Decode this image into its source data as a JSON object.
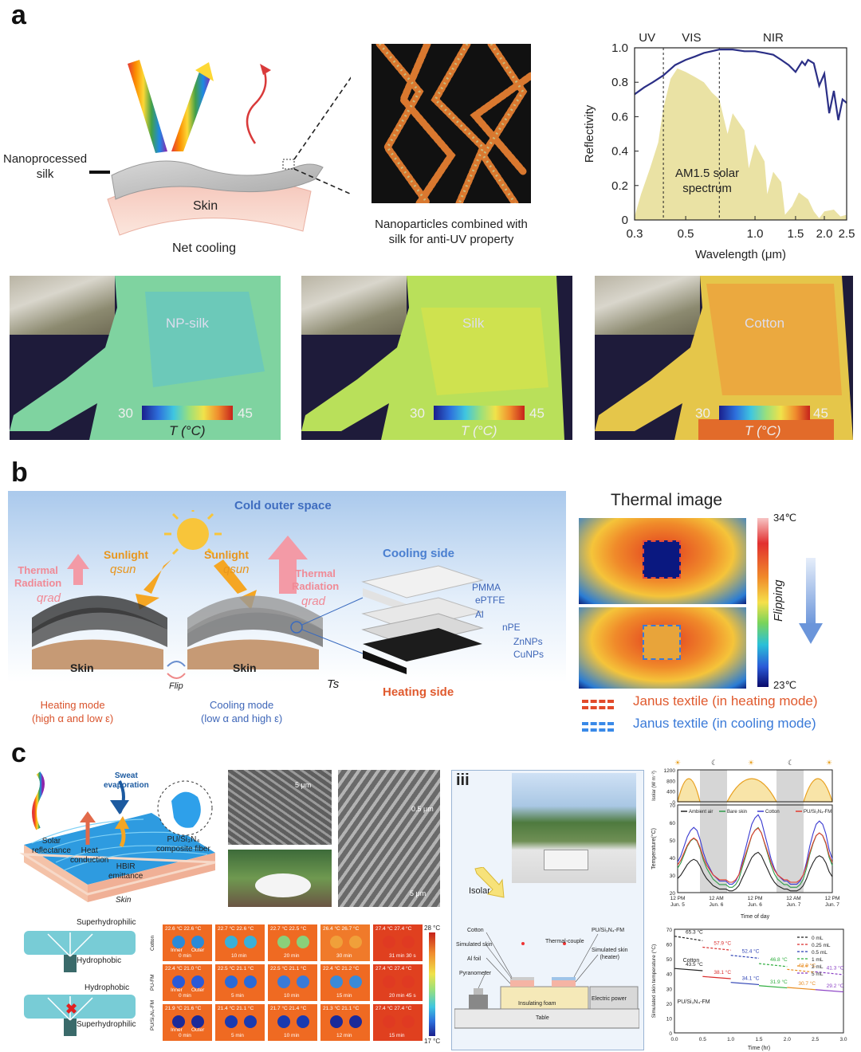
{
  "panels": {
    "a": "a",
    "b": "b",
    "c": "c"
  },
  "panel_a": {
    "schematic": {
      "silk_label": "Nanoprocessed\nsilk",
      "skin_label": "Skin",
      "caption": "Net cooling"
    },
    "micro_caption": "Nanoparticles combined with\nsilk for anti-UV property",
    "thermal_images": [
      {
        "title": "NP-silk",
        "cbar_min": "30",
        "cbar_max": "45",
        "unit": "T (°C)"
      },
      {
        "title": "Silk",
        "cbar_min": "30",
        "cbar_max": "45",
        "unit": "T (°C)"
      },
      {
        "title": "Cotton",
        "cbar_min": "30",
        "cbar_max": "45",
        "unit": "T (°C)"
      }
    ]
  },
  "chart_data": [
    {
      "type": "line",
      "title": "",
      "xlabel": "Wavelength (μm)",
      "ylabel": "Reflectivity",
      "x_scale": "log",
      "xlim": [
        0.3,
        2.5
      ],
      "ylim": [
        0,
        1.0
      ],
      "x_ticks": [
        "0.3",
        "0.5",
        "1.0",
        "1.5",
        "2.0",
        "2.5"
      ],
      "x_tick_values": [
        0.3,
        0.5,
        1.0,
        1.5,
        2.0,
        2.5
      ],
      "y_ticks": [
        "0",
        "0.2",
        "0.4",
        "0.6",
        "0.8",
        "1.0"
      ],
      "region_labels": [
        "UV",
        "VIS",
        "NIR"
      ],
      "region_boundaries": [
        0.4,
        0.7
      ],
      "annotation": "AM1.5 solar\nspectrum",
      "series": [
        {
          "x": [
            0.3,
            0.33,
            0.36,
            0.4,
            0.45,
            0.5,
            0.55,
            0.6,
            0.7,
            0.8,
            0.9,
            1.0,
            1.1,
            1.2,
            1.3,
            1.4,
            1.5,
            1.6,
            1.65,
            1.7,
            1.8,
            1.9,
            2.0,
            2.1,
            2.2,
            2.3,
            2.4,
            2.5
          ],
          "y": [
            0.73,
            0.77,
            0.8,
            0.84,
            0.9,
            0.93,
            0.95,
            0.97,
            0.99,
            0.99,
            0.98,
            0.98,
            0.97,
            0.96,
            0.93,
            0.9,
            0.86,
            0.92,
            0.9,
            0.93,
            0.91,
            0.78,
            0.85,
            0.62,
            0.75,
            0.58,
            0.7,
            0.68
          ]
        }
      ],
      "spectrum": {
        "x": [
          0.3,
          0.32,
          0.35,
          0.38,
          0.4,
          0.43,
          0.46,
          0.5,
          0.55,
          0.6,
          0.65,
          0.7,
          0.76,
          0.8,
          0.9,
          0.94,
          1.0,
          1.1,
          1.13,
          1.2,
          1.3,
          1.35,
          1.45,
          1.55,
          1.7,
          1.8,
          1.9,
          2.0,
          2.2,
          2.35,
          2.5
        ],
        "y": [
          0.02,
          0.15,
          0.3,
          0.45,
          0.65,
          0.82,
          0.88,
          0.86,
          0.83,
          0.8,
          0.74,
          0.7,
          0.5,
          0.62,
          0.52,
          0.3,
          0.44,
          0.34,
          0.15,
          0.28,
          0.22,
          0.03,
          0.08,
          0.16,
          0.12,
          0.05,
          0.01,
          0.05,
          0.06,
          0.02,
          0.03
        ]
      }
    }
  ],
  "panel_b": {
    "space_label": "Cold outer space",
    "sunlight_label": "Sunlight",
    "q_sun": "qsun",
    "thermal_radiation": "Thermal\nRadiation",
    "q_rad": "qrad",
    "skin": "Skin",
    "flip": "Flip",
    "ts": "Ts",
    "heating_mode": "Heating mode\n(high α and low ε)",
    "cooling_mode": "Cooling mode\n(low α and high ε)",
    "cooling_side": "Cooling side",
    "heating_side": "Heating side",
    "layers": [
      "PMMA",
      "ePTFE",
      "Al",
      "nPE",
      "ZnNPs",
      "CuNPs"
    ],
    "thermal_title": "Thermal image",
    "cbar_max": "34℃",
    "cbar_min": "23℃",
    "flipping": "Flipping",
    "legend_heating": "Janus textile (in heating mode)",
    "legend_cooling": "Janus textile (in cooling mode)"
  },
  "panel_c": {
    "schematic_labels": {
      "sweat": "Sweat\nevaporation",
      "solar": "Solar\nreflectance",
      "heat": "Heat\nconduction",
      "hbir": "HBIR\nemittance",
      "fiber": "PU/Si₃N₄\ncomposite fiber",
      "skin": "Skin"
    },
    "wetting": {
      "superhydrophilic_top": "Superhydrophilic",
      "hydrophobic_top": "Hydrophobic",
      "hydrophobic_bottom": "Hydrophobic",
      "superhydrophilic_bottom": "Superhydrophilic"
    },
    "sem_scale": [
      "5 μm",
      "0.5 μm",
      "5 μm"
    ],
    "iii": "iii",
    "i_solar": "Isolar",
    "setup_labels": {
      "cotton": "Cotton",
      "sim_skin": "Simulated skin",
      "al_foil": "Al foil",
      "pyranometer": "Pyranometer",
      "thermocouple": "Thermal-couple",
      "pu": "PU/Si₃N₄-FM",
      "sim_skin_heater": "Simulated skin\n(heater)",
      "foam": "Insulating foam",
      "power": "Electric power",
      "table": "Table"
    },
    "ir_rows": [
      "Cotton",
      "PU-FM",
      "PU/Si₃N₄-FM"
    ],
    "ir_cells": [
      [
        {
          "t": "22.6 °C  22.6 °C",
          "time": "0 min"
        },
        {
          "t": "22.7 °C  22.6 °C",
          "time": "10 min"
        },
        {
          "t": "22.7 °C  22.5 °C",
          "time": "20 min"
        },
        {
          "t": "26.4 °C  26.7 °C",
          "time": "30 min"
        },
        {
          "t": "27.4 °C  27.4 °C",
          "time": "31 min 30 s"
        }
      ],
      [
        {
          "t": "22.4 °C  21.0 °C",
          "time": "0 min"
        },
        {
          "t": "22.5 °C  21.1 °C",
          "time": "5 min"
        },
        {
          "t": "22.5 °C  21.1 °C",
          "time": "10 min"
        },
        {
          "t": "22.4 °C  21.2 °C",
          "time": "15 min"
        },
        {
          "t": "27.4 °C  27.4 °C",
          "time": "20 min 45 s"
        }
      ],
      [
        {
          "t": "21.9 °C  21.6 °C",
          "time": "0 min"
        },
        {
          "t": "21.4 °C  21.1 °C",
          "time": "5 min"
        },
        {
          "t": "21.7 °C  21.4 °C",
          "time": "10 min"
        },
        {
          "t": "21.3 °C  21.1 °C",
          "time": "12 min"
        },
        {
          "t": "27.4 °C  27.4 °C",
          "time": "15 min"
        }
      ]
    ],
    "ir_cbar_max": "28 °C",
    "ir_cbar_min": "17 °C",
    "inner": "Inner",
    "outer": "Outer",
    "daily_chart": {
      "ylabel_top": "Isolar (W m⁻²)",
      "ylabel": "Temperature(°C)",
      "xlabel": "Time of day",
      "yticks_top": [
        "0",
        "400",
        "800",
        "1200"
      ],
      "yticks": [
        "20",
        "30",
        "40",
        "50",
        "60",
        "70"
      ],
      "xticks": [
        "12 PM\nJun. 5",
        "12 AM\nJun. 6",
        "12 PM\nJun. 6",
        "12 AM\nJun. 7",
        "12 PM\nJun. 7"
      ],
      "legend": [
        "Ambient air",
        "Bare skin",
        "Cotton",
        "PU/Si₃N₄-FM"
      ],
      "colors": [
        "#222222",
        "#2f9a4a",
        "#3a3ad0",
        "#e23b2e"
      ]
    },
    "sweat_chart": {
      "ylabel": "Simulated skin temperature (°C)",
      "xlabel": "Time (hr)",
      "yticks": [
        "0",
        "10",
        "20",
        "30",
        "40",
        "50",
        "60",
        "70"
      ],
      "xticks": [
        "0.0",
        "0.5",
        "1.0",
        "1.5",
        "2.0",
        "2.5",
        "3.0"
      ],
      "legend": [
        "0 mL",
        "0.25 mL",
        "0.5 mL",
        "1 mL",
        "2 mL",
        "5 mL"
      ],
      "legend_colors": [
        "#222222",
        "#d92b2b",
        "#2a3fb3",
        "#2fae3f",
        "#e88b1e",
        "#8a3fc4"
      ],
      "labels_top": [
        "65.3 °C",
        "57.9 °C",
        "52.4 °C",
        "46.8 °C",
        "42.9 °C",
        "41.3 °C"
      ],
      "labels_bottom": [
        "43.5 °C",
        "38.1 °C",
        "34.1 °C",
        "31.9 °C",
        "30.7 °C",
        "29.2 °C"
      ],
      "cotton": "Cotton",
      "pu": "PU/Si₃N₄-FM"
    }
  }
}
